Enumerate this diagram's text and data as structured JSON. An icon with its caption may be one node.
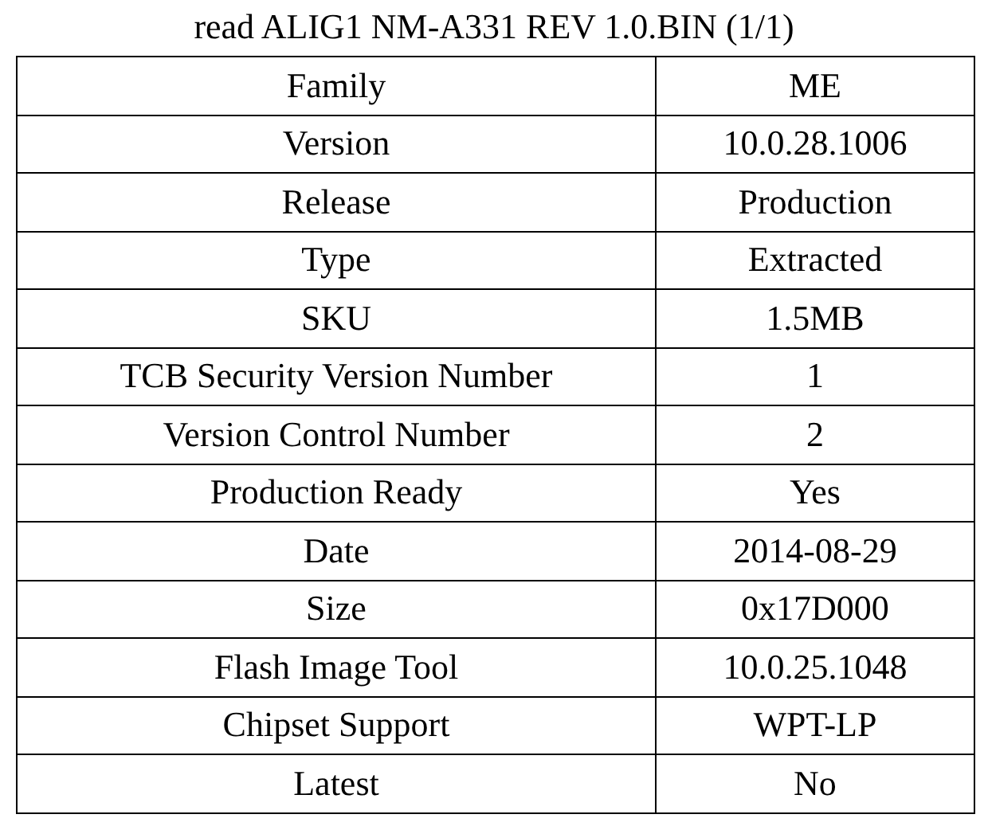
{
  "diagram": {
    "title": "read ALIG1 NM-A331 REV 1.0.BIN (1/1)",
    "labels": [
      "Family",
      "ME",
      "Version",
      "10.0.28.1006",
      "Release",
      "Production",
      "Type",
      "Extracted",
      "SKU",
      "1.5MB",
      "TCB Security Version Number",
      "1",
      "Version Control Number",
      "2",
      "Production Ready",
      "Yes",
      "Date",
      "2014-08-29",
      "Size",
      "0x17D000",
      "Flash Image Tool",
      "10.0.25.1048",
      "Chipset Support",
      "WPT-LP",
      "Latest",
      "No"
    ]
  }
}
